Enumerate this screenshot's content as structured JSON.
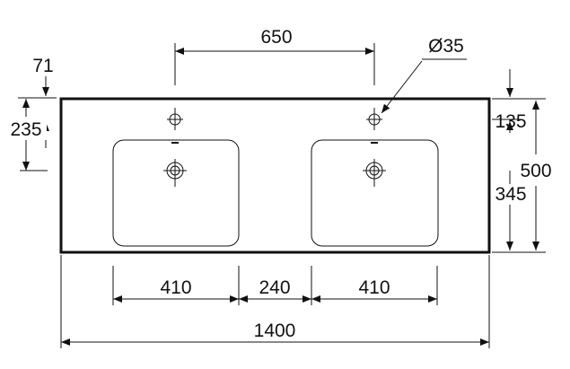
{
  "dimensions": {
    "tap_spacing": "650",
    "tap_hole_diameter": "Ø35",
    "top_to_tap": "71",
    "top_to_drain": "235",
    "right_tap_offset": "135",
    "depth": "500",
    "right_drain_offset": "345",
    "left_basin_width": "410",
    "basin_gap": "240",
    "right_basin_width": "410",
    "overall_width": "1400"
  }
}
